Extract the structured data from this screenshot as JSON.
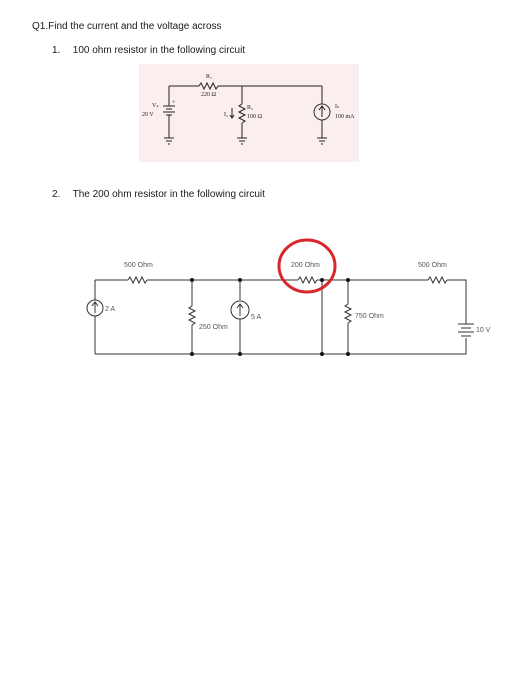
{
  "question": {
    "title": "Q1.Find the current and the voltage across"
  },
  "items": [
    {
      "number": "1.",
      "text": "100 ohm resistor in the following circuit"
    },
    {
      "number": "2.",
      "text": "The 200 ohm resistor in the following circuit"
    }
  ],
  "circuit1": {
    "r1_symbol": "R₁",
    "r1_value": "220 Ω",
    "vs_symbol": "Vₛ",
    "vs_value": "20 V",
    "plus_sign": "+",
    "i2_symbol": "I₂",
    "r2_symbol": "R₂",
    "r2_value": "100 Ω",
    "is_symbol": "Iₛ",
    "is_value": "100 mA"
  },
  "circuit2": {
    "r_left": "500 Ohm",
    "r_mid_top": "200 Ohm",
    "r_right": "500 Ohm",
    "current_source_left": "2 A",
    "r_shunt_1": "250 Ohm",
    "current_source_mid": "5 A",
    "r_shunt_2": "750 Ohm",
    "battery": "10 V",
    "highlight_color": "#d9262c"
  }
}
